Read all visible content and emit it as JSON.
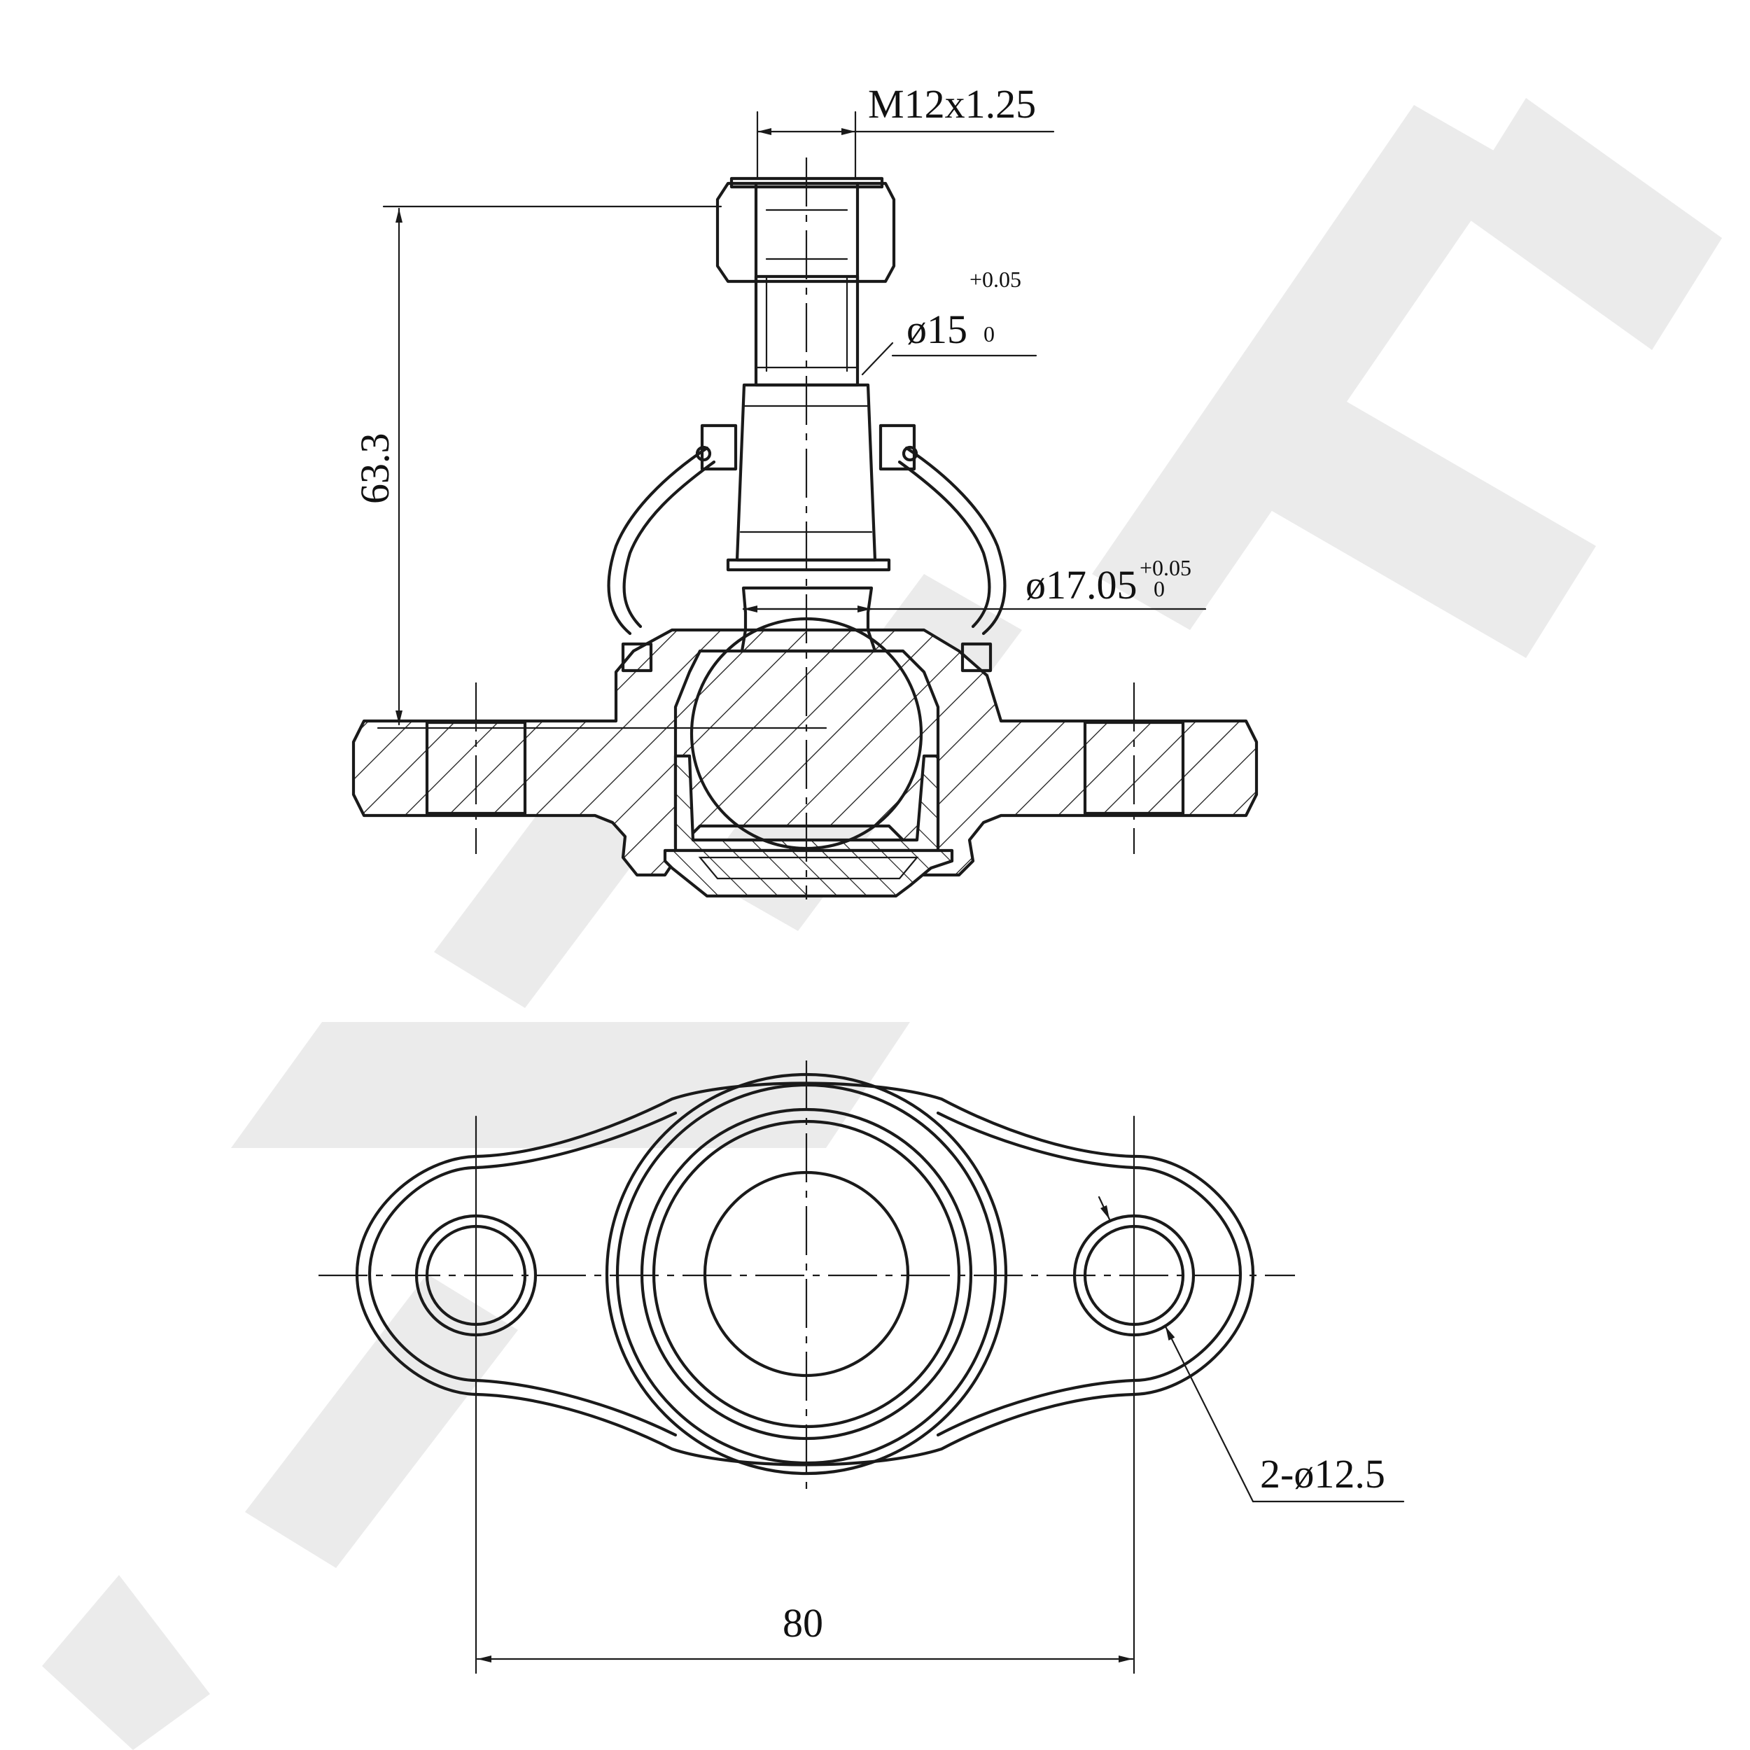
{
  "watermark": {
    "color": "#ebebeb"
  },
  "dimensions": {
    "thread": "M12x1.25",
    "taper_small_dia": "ø15",
    "taper_small_tol_upper": "+0.05",
    "taper_small_tol_lower": "0",
    "taper_large_dia": "ø17.05",
    "taper_large_tol_upper": "+0.05",
    "taper_large_tol_lower": "0",
    "height": "63.3",
    "holes": "2-ø12.5",
    "hole_spacing": "80"
  },
  "colors": {
    "line": "#1a1a1a",
    "background": "#ffffff"
  }
}
